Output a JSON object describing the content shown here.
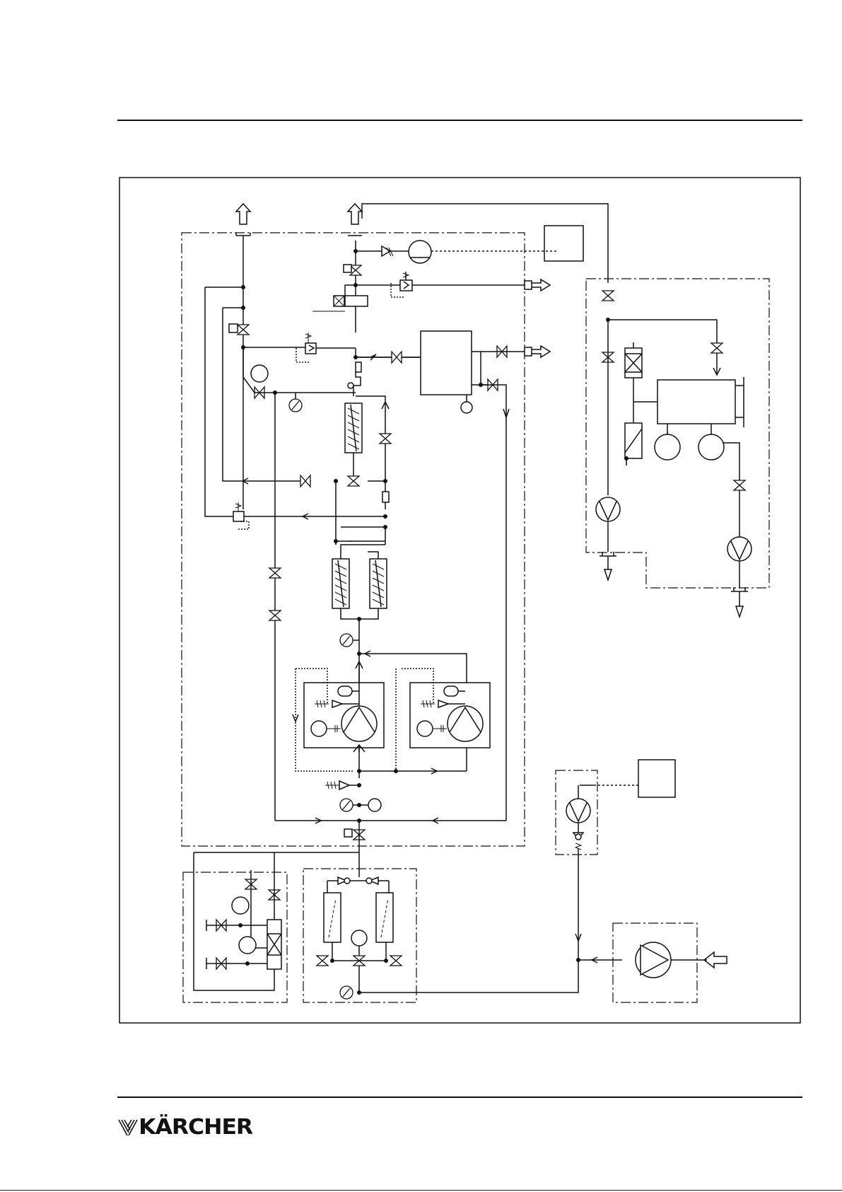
{
  "document": {
    "brand": "KÄRCHER",
    "brand_logo": "karcher-logo-stripes"
  },
  "diagram": {
    "type": "piping-and-instrumentation-schematic",
    "symbols": [
      "pump-icon",
      "valve-icon",
      "check-valve-icon",
      "pressure-gauge-icon",
      "relief-valve-icon",
      "filter-icon",
      "tank-icon",
      "motor-icon",
      "outlet-arrow-icon",
      "inlet-arrow-icon"
    ]
  }
}
